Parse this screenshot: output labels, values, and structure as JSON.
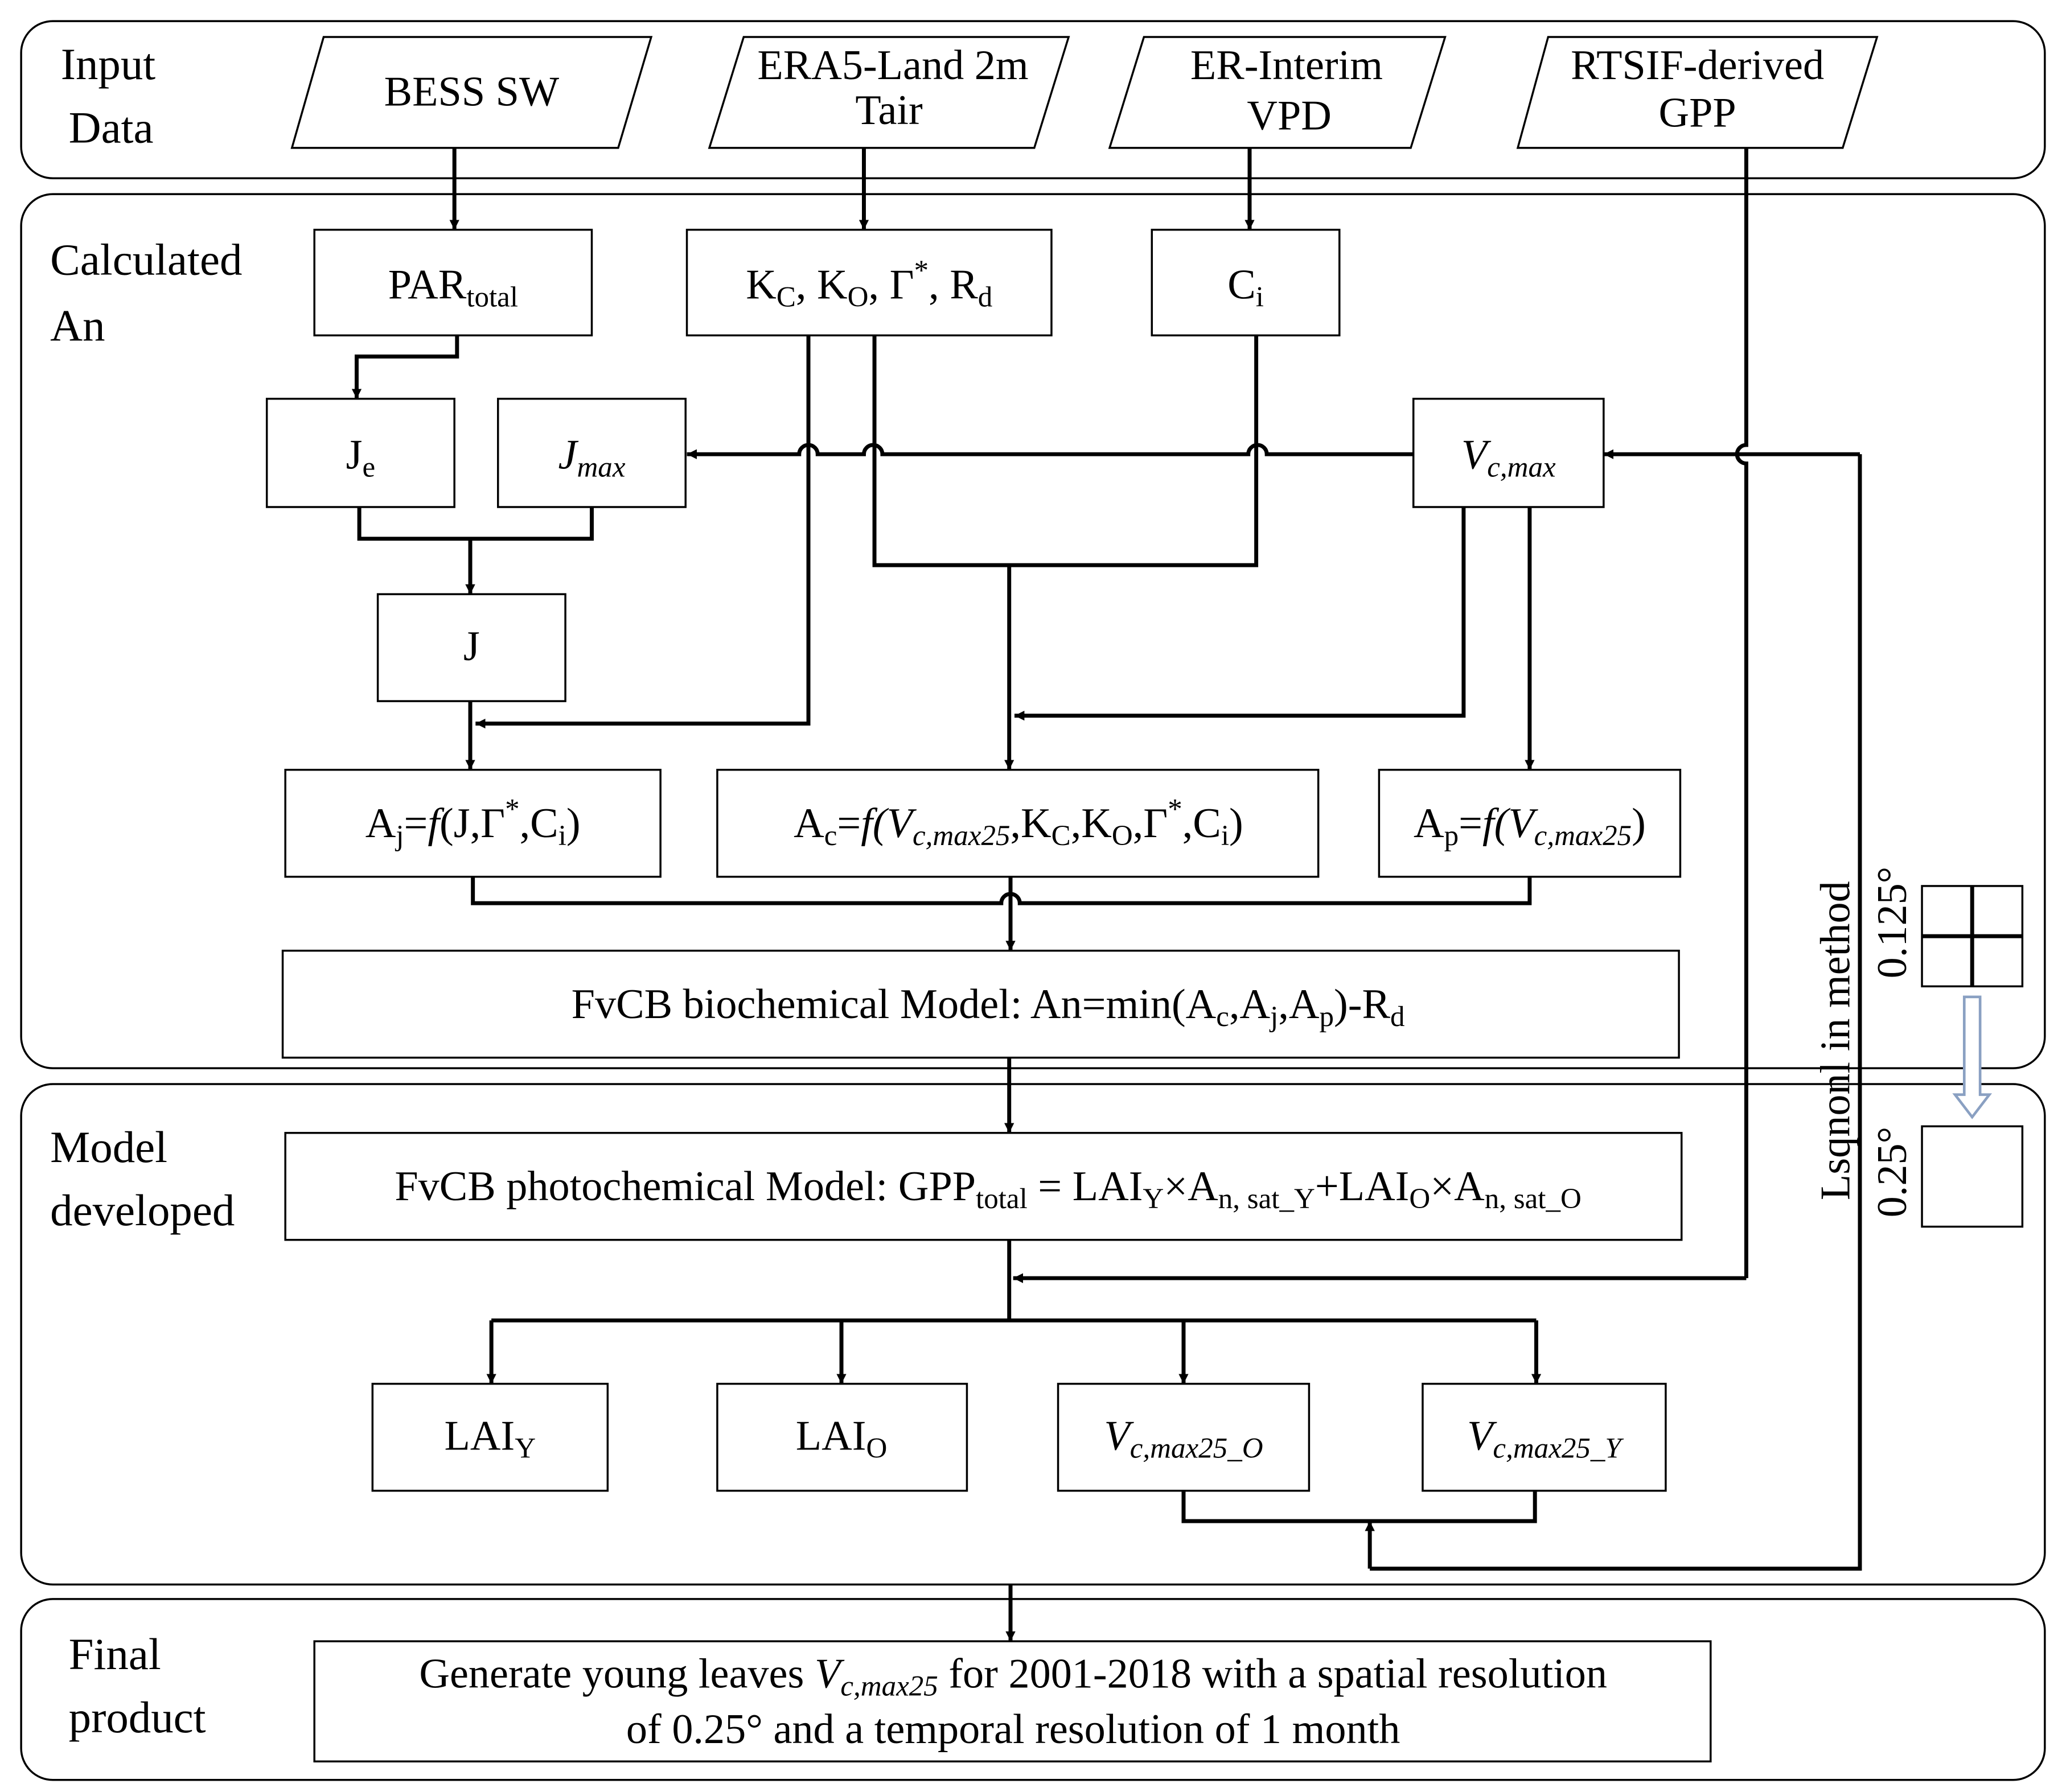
{
  "sections": {
    "input": [
      "Input",
      "Data"
    ],
    "calc": [
      "Calculated",
      "An"
    ],
    "model": [
      "Model",
      "developed"
    ],
    "final": [
      "Final",
      "product"
    ]
  },
  "inputs": {
    "bess": [
      "BESS SW"
    ],
    "era5": [
      "ERA5-Land 2m",
      "Tair"
    ],
    "erint": [
      "ER-Interim",
      "VPD"
    ],
    "rtsif": [
      "RTSIF-derived",
      "GPP"
    ]
  },
  "nodes": {
    "par": {
      "main": "PAR",
      "sub": "total"
    },
    "kc": {
      "k": "K",
      "c": "C",
      "comma1": ", ",
      "o": "O",
      "comma2": ", ",
      "gamma": "Γ",
      "star": "*",
      "comma3": ", ",
      "r": "R",
      "d": "d"
    },
    "ci": {
      "main": "C",
      "sub": "i"
    },
    "je": {
      "main": "J",
      "sub": "e"
    },
    "jmax": {
      "main": "J",
      "sub": "max"
    },
    "vcmax": {
      "main": "V",
      "sub": "c,max"
    },
    "j": {
      "main": "J"
    },
    "aj": {
      "a": "A",
      "j": "j",
      "eq": "=",
      "f": "f",
      "args": "(J,Γ",
      "star": "*",
      "ci": ",C",
      "i": "i",
      "close": ")"
    },
    "ac": {
      "a": "A",
      "c": "c",
      "eq": "=",
      "f": "f",
      "open": "(",
      "v": "V",
      "vsub": "c,max25",
      "kc": ",K",
      "c2": "C",
      "ko": ",K",
      "o": "O",
      "gamma": ",Γ",
      "star": "*",
      "ci": ",C",
      "i": "i",
      "close": ")"
    },
    "ap": {
      "a": "A",
      "p": "p",
      "eq": "=",
      "f": "f",
      "open": "(",
      "v": "V",
      "vsub": "c,max25",
      "close": ")"
    },
    "fvcb_bio": {
      "pre": "FvCB biochemical Model: An=min(A",
      "c": "c",
      "s1": ",A",
      "j": "j",
      "s2": ",A",
      "p": "p",
      "s3": ")-R",
      "d": "d"
    },
    "fvcb_photo": {
      "pre": "FvCB photochemical Model: GPP",
      "total": "total",
      "eq": " = LAI",
      "y": "Y",
      "x1": "×A",
      "nsy": "n, sat_Y",
      "plus": "+LAI",
      "o": "O",
      "x2": "×A",
      "nso": "n, sat_O"
    },
    "laiy": {
      "main": "LAI",
      "sub": "Y"
    },
    "laio": {
      "main": "LAI",
      "sub": "O"
    },
    "vco": {
      "main": "V",
      "sub": "c,max25_O"
    },
    "vcy": {
      "main": "V",
      "sub": "c,max25_Y"
    }
  },
  "final": {
    "line1_a": "Generate young leaves ",
    "line1_v": "V",
    "line1_vsub": "c,max25",
    "line1_b": " for 2001-2018 with a spatial resolution",
    "line2": "of 0.25° and a temporal resolution of 1 month"
  },
  "side": {
    "method": "Lsqnonl in method",
    "res_fine": "0.125°",
    "res_coarse": "0.25°"
  }
}
